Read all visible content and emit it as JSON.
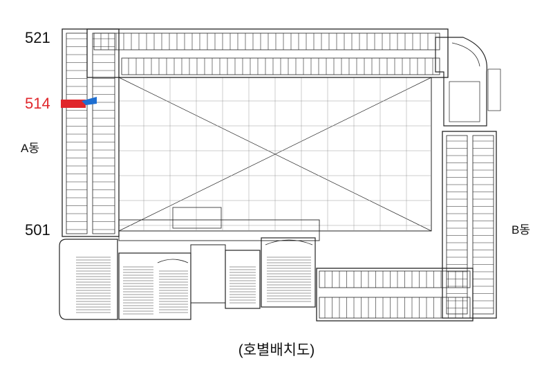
{
  "labels": {
    "unit_top": "521",
    "unit_highlight": "514",
    "unit_bottom": "501",
    "building_a": "A동",
    "building_b": "B동",
    "caption": "(호별배치도)"
  },
  "colors": {
    "line": "#222222",
    "highlight": "#e0262b",
    "pointer": "#1f6fd1"
  }
}
